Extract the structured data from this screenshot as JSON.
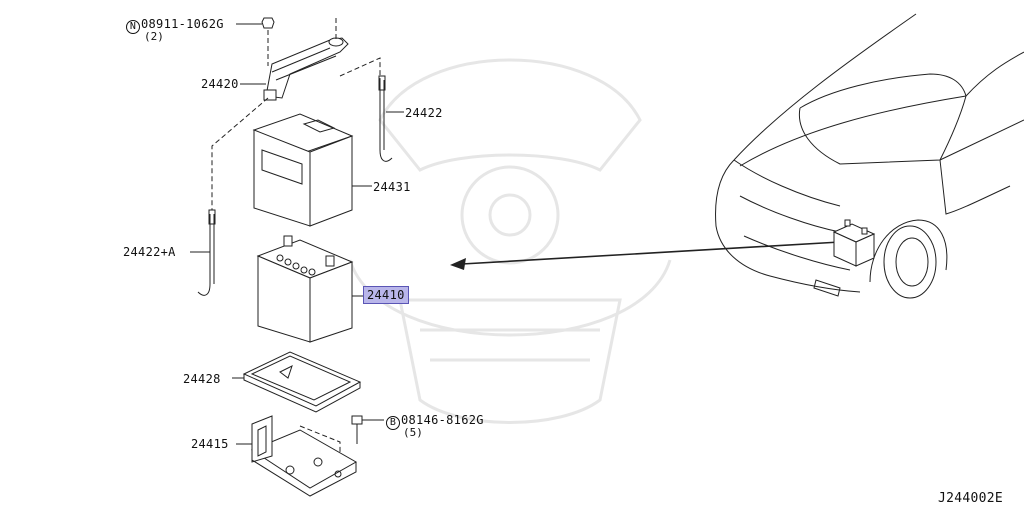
{
  "diagram_id": "J244002E",
  "parts": {
    "nut": {
      "prefix": "N",
      "number": "08911-1062G",
      "qty": "(2)"
    },
    "bolt": {
      "prefix": "B",
      "number": "08146-8162G",
      "qty": "(5)"
    },
    "frame": "24420",
    "rod_right": "24422",
    "battery_cover": "24431",
    "rod_left": "24422+A",
    "battery": "24410",
    "tray": "24428",
    "bracket": "24415"
  }
}
